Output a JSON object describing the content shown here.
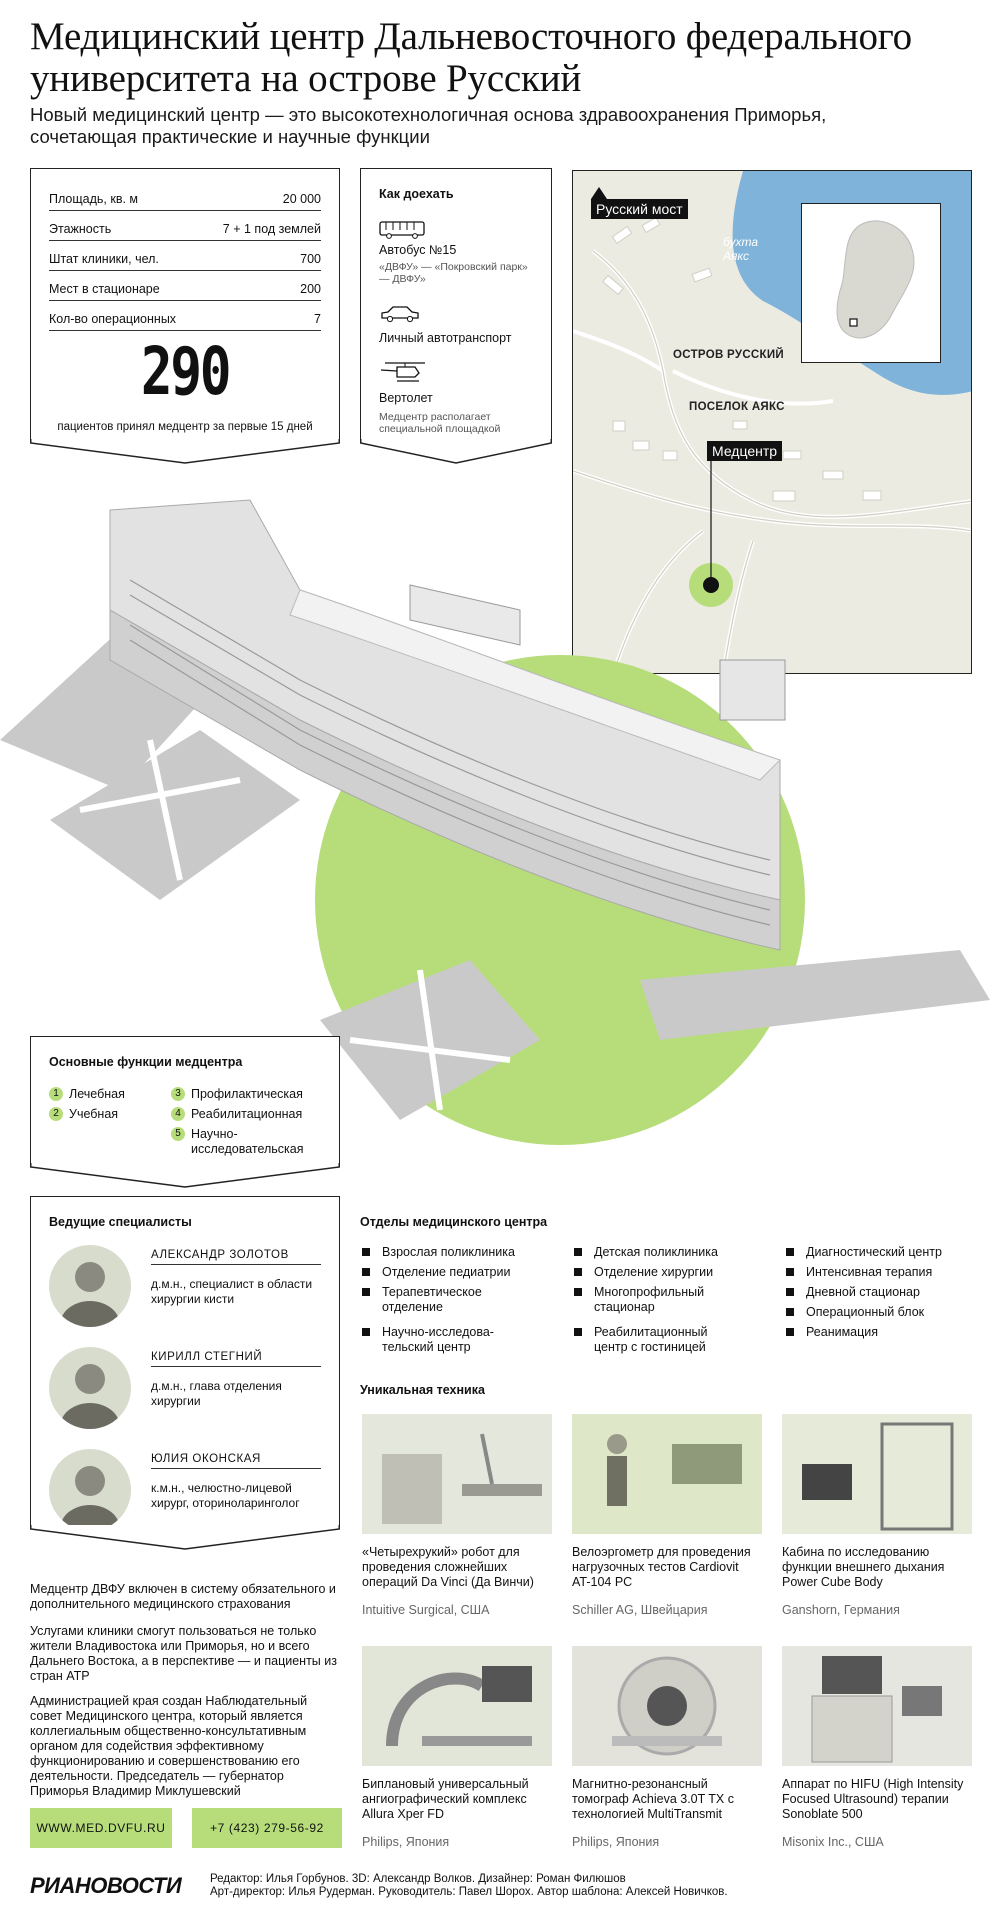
{
  "header": {
    "title": "Медицинский центр Дальневосточного федерального университета на острове Русский",
    "subtitle": "Новый медицинский центр — это высокотехнологичная основа здравоохранения Приморья, сочетающая практические и научные функции"
  },
  "stats": {
    "rows": [
      {
        "label": "Площадь, кв. м",
        "value": "20 000"
      },
      {
        "label": "Этажность",
        "value": "7 + 1 под землей"
      },
      {
        "label": "Штат клиники, чел.",
        "value": "700"
      },
      {
        "label": "Мест в стационаре",
        "value": "200"
      },
      {
        "label": "Кол-во операционных",
        "value": "7"
      }
    ],
    "big_number": "290",
    "big_caption": "пациентов принял медцентр за первые 15 дней"
  },
  "transport": {
    "title": "Как доехать",
    "bus_label": "Автобус №15",
    "bus_route": "«ДВФУ» — «Покровский парк» — ДВФУ»",
    "car_label": "Личный автотранспорт",
    "heli_label": "Вертолет",
    "heli_note": "Медцентр располагает специальной площадкой"
  },
  "map": {
    "bridge_label": "Русский мост",
    "bay_label": "бухта Аякс",
    "island_label": "ОСТРОВ РУССКИЙ",
    "village_label": "ПОСЕЛОК АЯКС",
    "center_label": "Медцентр",
    "colors": {
      "water": "#7fb3d9",
      "land": "#ecebe2",
      "road": "#ffffff",
      "accent": "#b7dd7a"
    }
  },
  "functions": {
    "title": "Основные функции медцентра",
    "items": [
      {
        "num": "1",
        "label": "Лечебная"
      },
      {
        "num": "2",
        "label": "Учебная"
      },
      {
        "num": "3",
        "label": "Профилактическая"
      },
      {
        "num": "4",
        "label": "Реабилитационная"
      },
      {
        "num": "5",
        "label": "Научно-исследовательская"
      }
    ]
  },
  "specialists": {
    "title": "Ведущие специалисты",
    "people": [
      {
        "name": "АЛЕКСАНДР ЗОЛОТОВ",
        "desc": "д.м.н., специалист в области хирургии кисти"
      },
      {
        "name": "КИРИЛЛ СТЕГНИЙ",
        "desc": "д.м.н., глава отделения хирургии"
      },
      {
        "name": "ЮЛИЯ ОКОНСКАЯ",
        "desc": "к.м.н., челюстно-лицевой хирург, оториноларинголог"
      }
    ]
  },
  "paragraphs": [
    "Медцентр ДВФУ включен в систему обязательного и дополнительного медицинского страхования",
    "Услугами клиники смогут пользоваться не только жители Владивостока или Приморья, но и всего Дальнего Востока, а в перспективе — и пациенты из стран АТР",
    "Администрацией края создан Наблюдательный совет Медицинского центра, который является коллегиальным общественно-консультативным органом для содействия эффективному функционированию и совершенствованию его деятельности. Председатель — губернатор Приморья Владимир Миклушевский"
  ],
  "contacts": {
    "site": "WWW.MED.DVFU.RU",
    "phone": "+7 (423) 279-56-92"
  },
  "departments": {
    "title": "Отделы медицинского центра",
    "col1": [
      "Взрослая поликлиника",
      "Отделение педиатрии",
      "Терапевтическое отделение",
      "Научно-исследова-тельский центр"
    ],
    "col2": [
      "Детская поликлиника",
      "Отделение хирургии",
      "Многопрофильный стационар",
      "Реабилитационный центр с гостиницей"
    ],
    "col3": [
      "Диагностический центр",
      "Интенсивная терапия",
      "Дневной стационар",
      "Операционный блок",
      "Реанимация"
    ]
  },
  "tech": {
    "title": "Уникальная техника",
    "items": [
      {
        "title": "«Четырехрукий» робот для проведения сложнейших операций Da Vinci (Да Винчи)",
        "maker": "Intuitive Surgical, США"
      },
      {
        "title": "Велоэргометр для проведения нагрузочных тестов Cardiovit AT-104 PC",
        "maker": "Schiller AG, Швейцария"
      },
      {
        "title": "Кабина по исследованию функции внешнего дыхания Power Cube Body",
        "maker": "Ganshorn, Германия"
      },
      {
        "title": "Биплановый универсальный ангиографический комплекс Allura Xper FD",
        "maker": "Philips, Япония"
      },
      {
        "title": "Магнитно-резонансный томограф Achieva 3.0T TX с технологией MultiTransmit",
        "maker": "Philips, Япония"
      },
      {
        "title": "Аппарат по HIFU (High Intensity Focused Ultrasound) терапии Sonoblate 500",
        "maker": "Misonix Inc., США"
      }
    ]
  },
  "footer": {
    "logo": "РИАНОВОСТИ",
    "credits1": "Редактор: Илья Горбунов. 3D: Александр Волков. Дизайнер: Роман Филюшов",
    "credits2": "Арт-директор: Илья Рудерман. Руководитель: Павел Шорох. Автор шаблона: Алексей Новичков."
  }
}
